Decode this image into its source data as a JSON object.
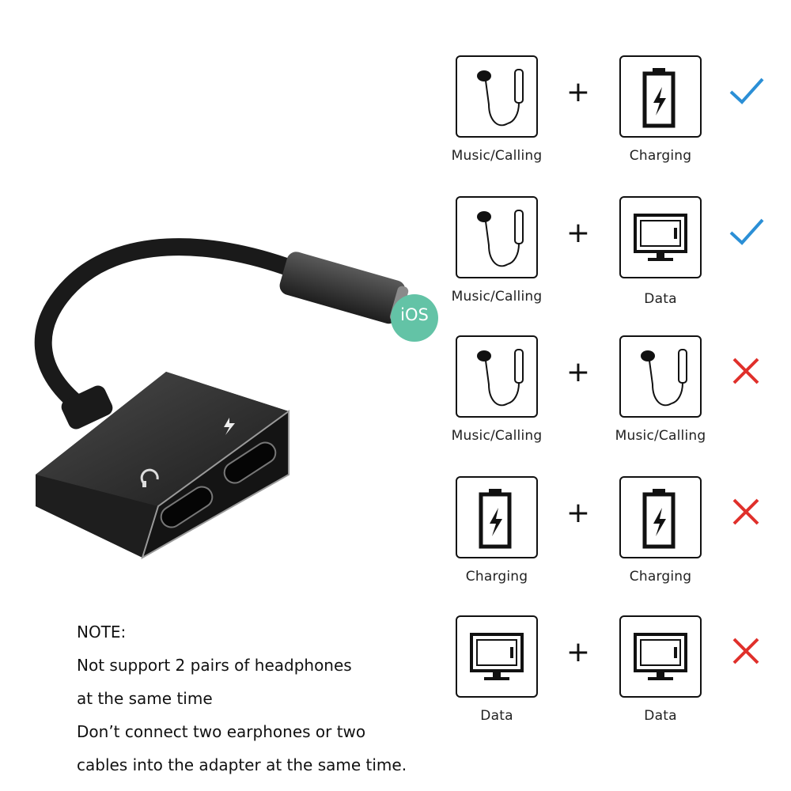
{
  "product": {
    "badge": "iOS",
    "badge_color": "#63c3a6",
    "body_color": "#2b2b2b"
  },
  "combos": [
    {
      "left": {
        "icon": "earphone-icon",
        "label": "Music/Calling"
      },
      "right": {
        "icon": "battery-charging-icon",
        "label": "Charging"
      },
      "supported": true
    },
    {
      "left": {
        "icon": "earphone-icon",
        "label": "Music/Calling"
      },
      "right": {
        "icon": "monitor-icon",
        "label": "Data"
      },
      "supported": true
    },
    {
      "left": {
        "icon": "earphone-icon",
        "label": "Music/Calling"
      },
      "right": {
        "icon": "earphone-icon",
        "label": "Music/Calling"
      },
      "supported": false
    },
    {
      "left": {
        "icon": "battery-charging-icon",
        "label": "Charging"
      },
      "right": {
        "icon": "battery-charging-icon",
        "label": "Charging"
      },
      "supported": false
    },
    {
      "left": {
        "icon": "monitor-icon",
        "label": "Data"
      },
      "right": {
        "icon": "monitor-icon",
        "label": "Data"
      },
      "supported": false
    }
  ],
  "plus_symbol": "+",
  "colors": {
    "check": "#2b8fd6",
    "cross": "#e0302b"
  },
  "note": {
    "heading": "NOTE:",
    "lines": [
      "Not support 2 pairs of headphones",
      "at the same time",
      "Don’t connect two earphones or two",
      "cables into the adapter at the same time."
    ]
  }
}
